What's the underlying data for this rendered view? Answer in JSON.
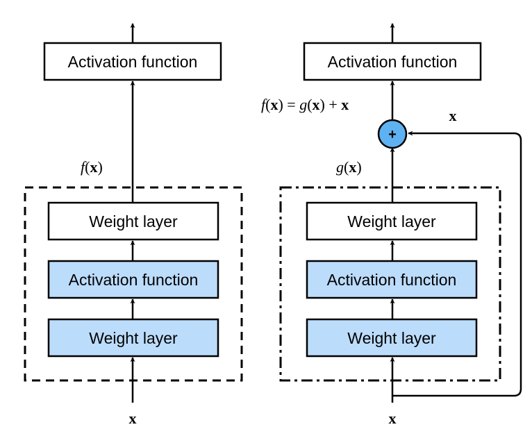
{
  "left": {
    "top_box": "Activation function",
    "layer_top": "Weight layer",
    "layer_mid": "Activation function",
    "layer_bottom": "Weight layer",
    "label_fx_f": "f",
    "label_fx_open": "(",
    "label_fx_x": "x",
    "label_fx_close": ")",
    "input_x": "x"
  },
  "right": {
    "top_box": "Activation function",
    "layer_top": "Weight layer",
    "layer_mid": "Activation function",
    "layer_bottom": "Weight layer",
    "eq_f": "f",
    "eq_open1": "(",
    "eq_x1": "x",
    "eq_close1": ") = ",
    "eq_g": "g",
    "eq_open2": "(",
    "eq_x2": "x",
    "eq_close2": ") + ",
    "eq_x3": "x",
    "label_gx_g": "g",
    "label_gx_open": "(",
    "label_gx_x": "x",
    "label_gx_close": ")",
    "skip_x": "x",
    "plus_symbol": "+",
    "input_x": "x"
  },
  "colors": {
    "box_fill_white": "#ffffff",
    "box_fill_blue": "#bcdcfb",
    "adder_fill": "#5fb2f1",
    "stroke": "#000000"
  }
}
